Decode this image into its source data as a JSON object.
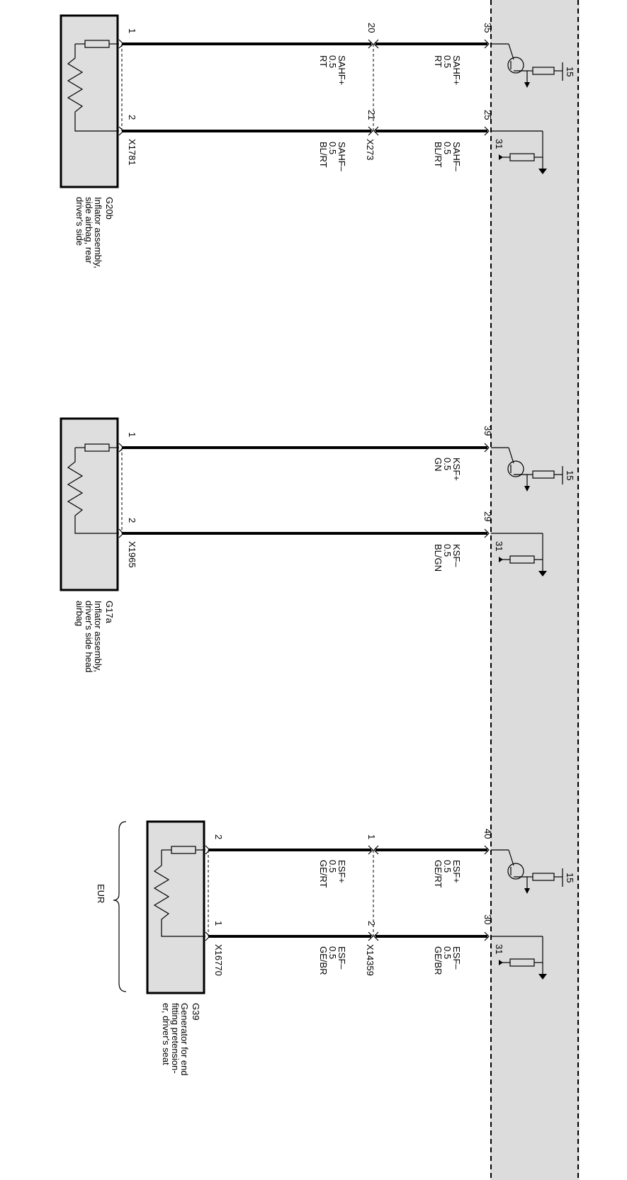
{
  "components": [
    {
      "id": "G20b",
      "connector": "X1781",
      "description": [
        "Inflator assembly,",
        "side airbag, rear",
        "driver's side"
      ],
      "pins": [
        "1",
        "2"
      ]
    },
    {
      "id": "G17a",
      "connector": "X1965",
      "description": [
        "Inflator assembly,",
        "driver's side head",
        "airbag"
      ],
      "pins": [
        "1",
        "2"
      ]
    },
    {
      "id": "G39",
      "connector": "X16770",
      "description": [
        "Generator for end",
        "fitting pretension-",
        "er, driver's seat"
      ],
      "pins": [
        "2",
        "1"
      ]
    }
  ],
  "inline_connectors": [
    {
      "id": "X273",
      "pins": [
        "20",
        "21"
      ]
    },
    {
      "id": "X14359",
      "pins": [
        "1",
        "2"
      ]
    }
  ],
  "ecu_pins": [
    "35",
    "25",
    "39",
    "29",
    "40",
    "30"
  ],
  "supply_labels": {
    "plus": "15",
    "ground": "31"
  },
  "wires": [
    {
      "signal": "SAHF+",
      "size": "0.5",
      "color": "RT"
    },
    {
      "signal": "SAHF–",
      "size": "0.5",
      "color": "BL/RT"
    },
    {
      "signal": "KSF+",
      "size": "0.5",
      "color": "GN"
    },
    {
      "signal": "KSF–",
      "size": "0.5",
      "color": "BL/GN"
    },
    {
      "signal": "ESF+",
      "size": "0.5",
      "color": "GE/RT"
    },
    {
      "signal": "ESF–",
      "size": "0.5",
      "color": "GE/BR"
    }
  ],
  "wires_left": [
    {
      "signal": "SAHF+",
      "size": "0.5",
      "color": "RT"
    },
    {
      "signal": "SAHF–",
      "size": "0.5",
      "color": "BL/RT"
    },
    {
      "signal": "ESF+",
      "size": "0.5",
      "color": "GE/RT"
    },
    {
      "signal": "ESF–",
      "size": "0.5",
      "color": "GE/BR"
    }
  ],
  "variant_label": "EUR"
}
